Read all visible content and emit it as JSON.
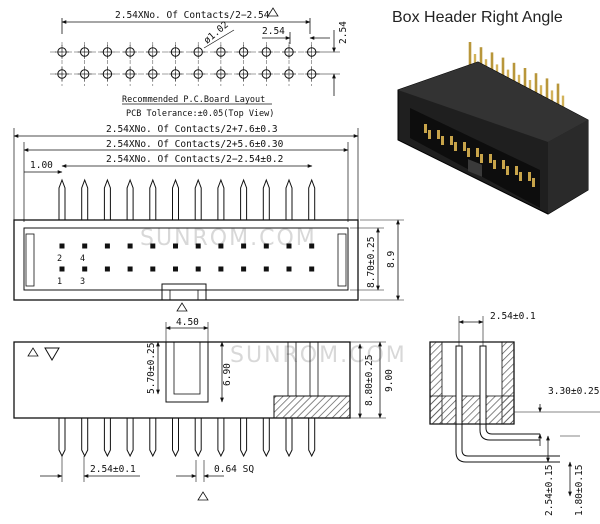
{
  "title": "Box Header Right Angle",
  "watermark": "SUNROM.COM",
  "pcb_layout": {
    "pitch_formula": "2.54XNo. Of Contacts/2−2.54",
    "pitch": "2.54",
    "row_pitch": "2.54",
    "hole_dia": "ø1.02",
    "caption": "Recommended P.C.Board Layout",
    "tolerance": "PCB Tolerance:±0.05(Top View)"
  },
  "top_view": {
    "overall_length": "2.54XNo. Of Contacts/2+7.6±0.3",
    "inner_length": "2.54XNo. Of Contacts/2+5.6±0.30",
    "pin_span": "2.54XNo. Of Contacts/2−2.54±0.2",
    "edge_offset": "1.00",
    "height_tol": "8.70±0.25",
    "height": "8.9",
    "pin_numbers": [
      "2",
      "4",
      "1",
      "3"
    ]
  },
  "front_view": {
    "key_width": "4.50",
    "key_height_tol": "5.70±0.25",
    "key_height": "6.90",
    "body_height_tol": "8.80±0.25",
    "body_height": "9.00",
    "pin_pitch": "2.54±0.1",
    "pin_size": "0.64 SQ"
  },
  "side_view": {
    "row_pitch": "2.54±0.1",
    "lead_offset": "3.30±0.25",
    "lead_pitch": "2.54±0.15",
    "lead_length": "1.80±0.15"
  },
  "colors": {
    "line": "#111111",
    "hatch": "#555555",
    "watermark": "#d8d8d8"
  }
}
